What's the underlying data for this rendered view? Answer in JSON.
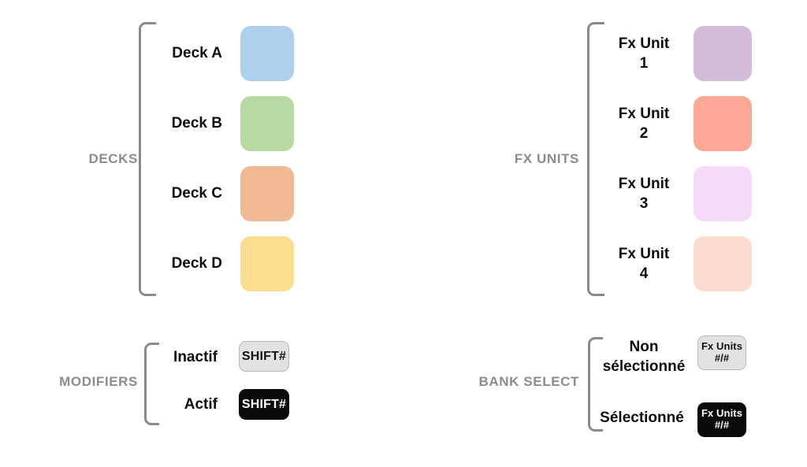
{
  "page": {
    "background_color": "#ffffff",
    "caption_color": "#8c8c8c",
    "bracket_color": "#8a8a8a",
    "text_color": "#0d0d0d"
  },
  "sections": {
    "decks": {
      "caption": "DECKS",
      "rows": [
        {
          "label": "Deck A",
          "color": "#aed0ec"
        },
        {
          "label": "Deck B",
          "color": "#b9d9a3"
        },
        {
          "label": "Deck C",
          "color": "#f0b993"
        },
        {
          "label": "Deck D",
          "color": "#fcdc8e"
        }
      ]
    },
    "fx_units": {
      "caption": "FX UNITS",
      "rows": [
        {
          "label": "Fx Unit\n1",
          "color": "#d3bcd9"
        },
        {
          "label": "Fx Unit\n2",
          "color": "#fda894"
        },
        {
          "label": "Fx Unit\n3",
          "color": "#f6dbf8"
        },
        {
          "label": "Fx Unit\n4",
          "color": "#fcdbd1"
        }
      ]
    },
    "modifiers": {
      "caption": "MODIFIERS",
      "rows": [
        {
          "label": "Inactif",
          "badge_text": "SHIFT#",
          "badge_state": "light"
        },
        {
          "label": "Actif",
          "badge_text": "SHIFT#",
          "badge_state": "dark"
        }
      ]
    },
    "bank_select": {
      "caption": "BANK SELECT",
      "rows": [
        {
          "label": "Non\nsélectionné",
          "badge_text": "Fx Units\n#/#",
          "badge_state": "light"
        },
        {
          "label": "Sélectionné",
          "badge_text": "Fx Units\n#/#",
          "badge_state": "dark"
        }
      ]
    }
  }
}
